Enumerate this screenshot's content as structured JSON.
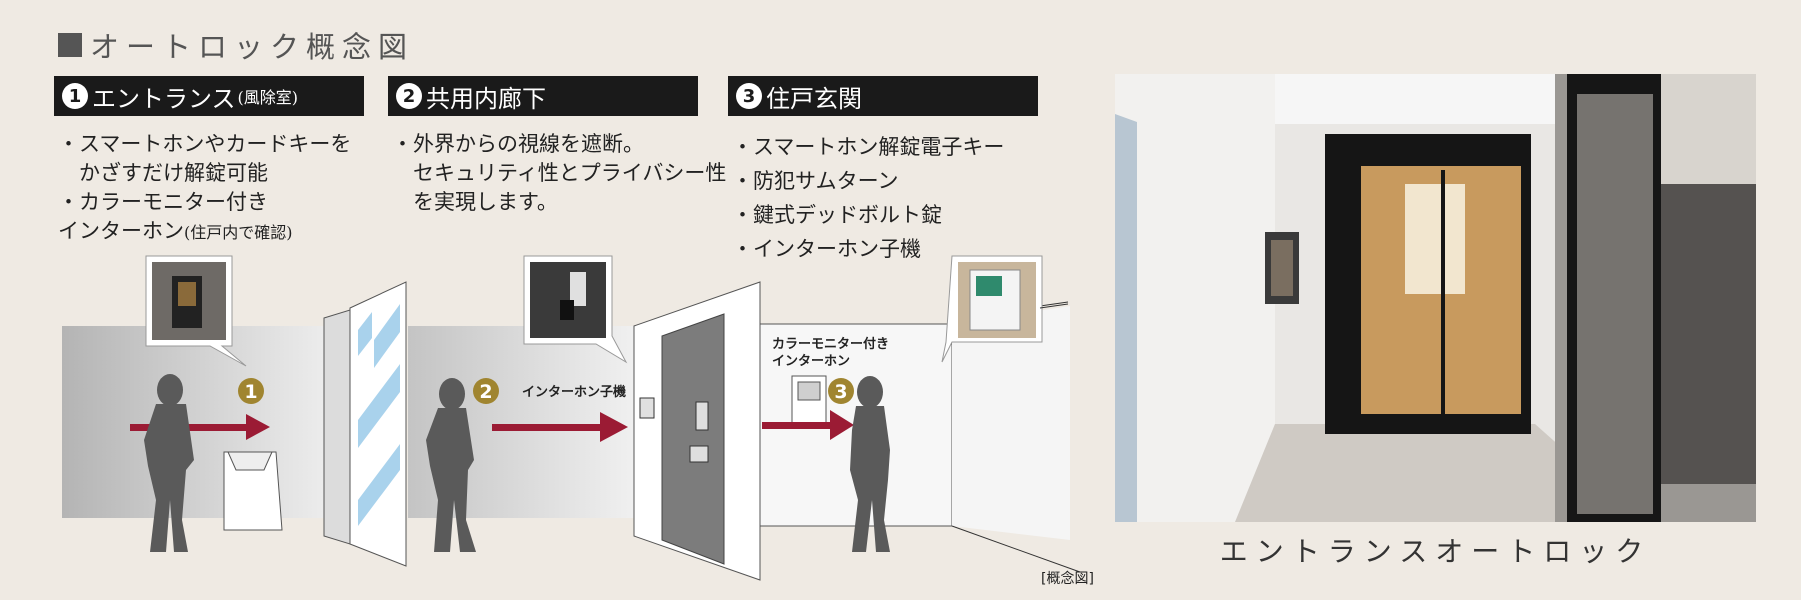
{
  "title": "オートロック概念図",
  "sections": [
    {
      "num": "1",
      "title": "エントランス",
      "sub": "(風除室)",
      "lines": [
        "・スマートホンやカードキーを",
        "　かざすだけ解錠可能",
        "・カラーモニター付き"
      ],
      "last_main": "インターホン",
      "last_sub": "(住戸内で確認)"
    },
    {
      "num": "2",
      "title": "共用内廊下",
      "lines": [
        "・外界からの視線を遮断。",
        "　セキュリティ性とプライバシー性",
        "　を実現します。"
      ]
    },
    {
      "num": "3",
      "title": "住戸玄関",
      "lines": [
        "・スマートホン解錠電子キー",
        "・防犯サムターン",
        "・鍵式デッドボルト錠",
        "・インターホン子機"
      ]
    }
  ],
  "diagram": {
    "badges": [
      "1",
      "2",
      "3"
    ],
    "intercom_child_label": "インターホン子機",
    "color_monitor_label_1": "カラーモニター付き",
    "color_monitor_label_2": "インターホン",
    "note": "[概念図]",
    "colors": {
      "arrow": "#9b1b34",
      "badge": "#a08530",
      "header": "#1a1a1a"
    }
  },
  "photo_caption": "エントランスオートロック"
}
